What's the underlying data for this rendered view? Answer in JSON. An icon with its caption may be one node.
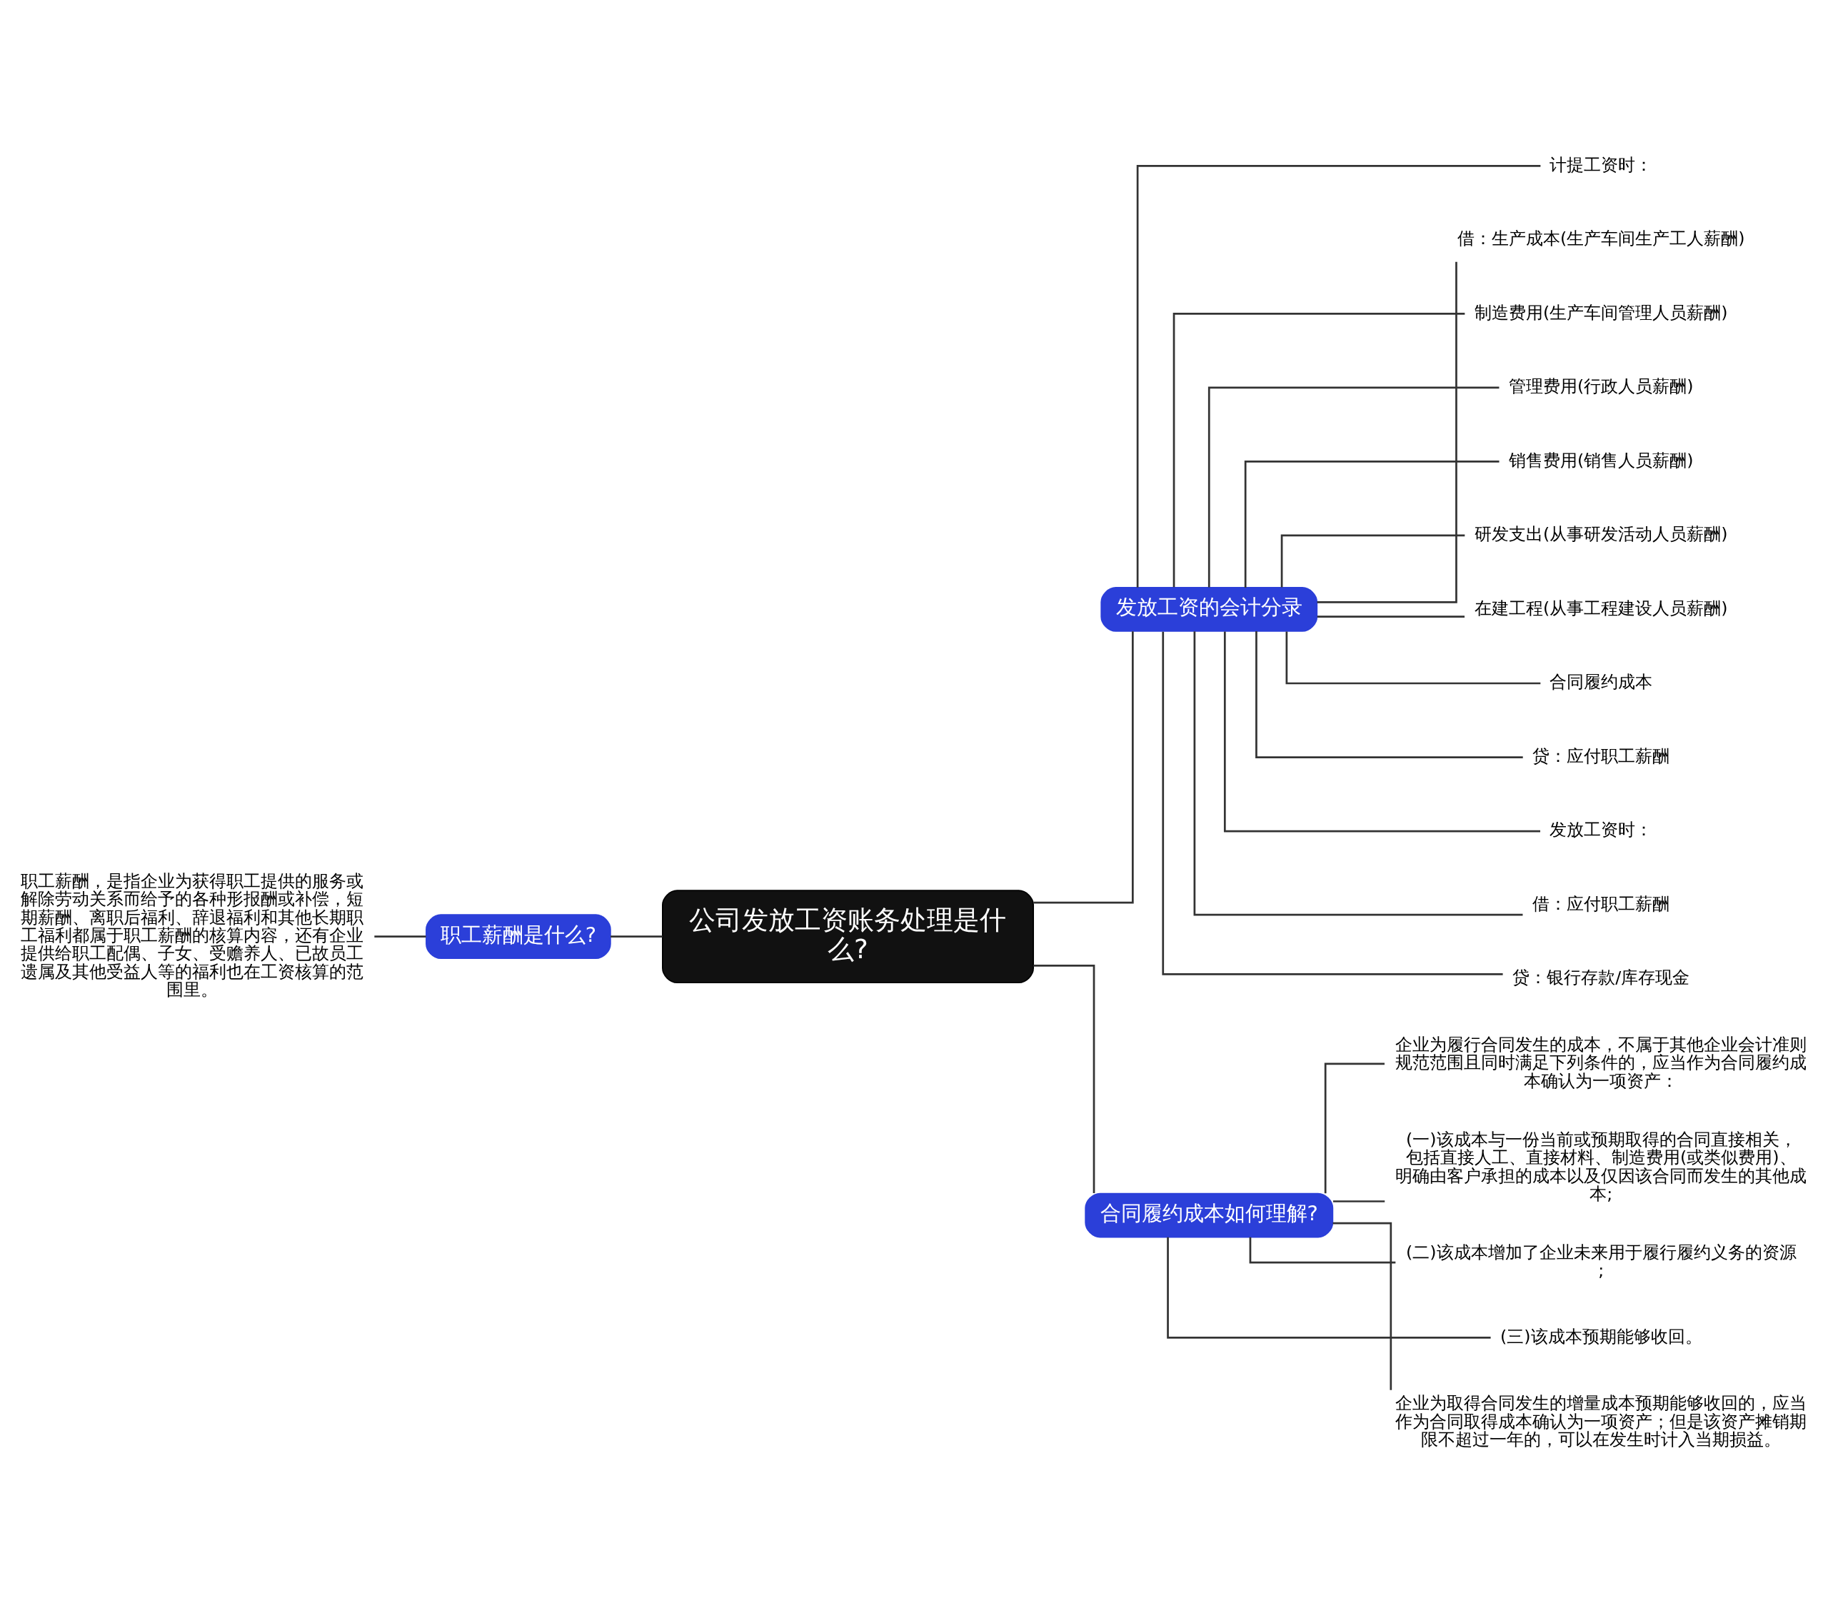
{
  "diagram": {
    "nodes": [
      {
        "text": [
          "公司发放工资账务处理是什么?"
        ]
      },
      {
        "text": [
          "职工薪酬是什么?"
        ]
      },
      {
        "text": [
          "职工薪酬，是指企业为获得职工提供的服务或解除劳动关系而给予的各种形报酬或补偿，短期薪酬、离职后福利、辞退福利和其他长期职工福利都属于职工薪酬的核算内容，还有企业提供给职工配偶、子女、受赡养人、已故员工遗属及其他受益人等的福利也在工资核算的范围里。"
        ]
      },
      {
        "text": [
          "发放工资的会计分录"
        ]
      },
      {
        "text": [
          "计提工资时："
        ]
      },
      {
        "text": [
          "借：生产成本(生产车间生产工人薪酬)"
        ]
      },
      {
        "text": [
          "制造费用(生产车间管理人员薪酬)"
        ]
      },
      {
        "text": [
          "管理费用(行政人员薪酬)"
        ]
      },
      {
        "text": [
          "销售费用(销售人员薪酬)"
        ]
      },
      {
        "text": [
          "研发支出(从事研发活动人员薪酬)"
        ]
      },
      {
        "text": [
          "在建工程(从事工程建设人员薪酬)"
        ]
      },
      {
        "text": [
          "合同履约成本"
        ]
      },
      {
        "text": [
          "贷：应付职工薪酬"
        ]
      },
      {
        "text": [
          "发放工资时："
        ]
      },
      {
        "text": [
          "借：应付职工薪酬"
        ]
      },
      {
        "text": [
          "贷：银行存款/库存现金"
        ]
      },
      {
        "text": [
          "合同履约成本如何理解?"
        ]
      },
      {
        "text": [
          "企业为履行合同发生的成本，不属于其他企业会计准则规范范围且同时满足下列条件的，应当作为合同履约成本确认为一项资产："
        ]
      },
      {
        "text": [
          "(一)该成本与一份当前或预期取得的合同直接相关，包括直接人工、直接材料、制造费用(或类似费用)、明确由客户承担的成本以及仅因该合同而发生的其他成本;"
        ]
      },
      {
        "text": [
          "(二)该成本增加了企业未来用于履行履约义务的资源;"
        ]
      },
      {
        "text": [
          "(三)该成本预期能够收回。"
        ]
      },
      {
        "text": [
          "企业为取得合同发生的增量成本预期能够收回的，应当作为合同取得成本确认为一项资产；但是该资产摊销期限不超过一年的，可以在发生时计入当期损益。"
        ]
      }
    ],
    "edges": [
      {
        "from": 0,
        "to": 1,
        "arrow": "none"
      },
      {
        "from": 1,
        "to": 2,
        "arrow": "none"
      },
      {
        "from": 0,
        "to": 3,
        "arrow": "none"
      },
      {
        "from": 3,
        "to": 4,
        "arrow": "none"
      },
      {
        "from": 3,
        "to": 5,
        "arrow": "none"
      },
      {
        "from": 3,
        "to": 6,
        "arrow": "none"
      },
      {
        "from": 3,
        "to": 7,
        "arrow": "none"
      },
      {
        "from": 3,
        "to": 8,
        "arrow": "none"
      },
      {
        "from": 3,
        "to": 9,
        "arrow": "none"
      },
      {
        "from": 3,
        "to": 10,
        "arrow": "none"
      },
      {
        "from": 3,
        "to": 11,
        "arrow": "none"
      },
      {
        "from": 3,
        "to": 12,
        "arrow": "none"
      },
      {
        "from": 3,
        "to": 13,
        "arrow": "none"
      },
      {
        "from": 3,
        "to": 14,
        "arrow": "none"
      },
      {
        "from": 3,
        "to": 15,
        "arrow": "none"
      },
      {
        "from": 0,
        "to": 16,
        "arrow": "none"
      },
      {
        "from": 16,
        "to": 17,
        "arrow": "none"
      },
      {
        "from": 16,
        "to": 18,
        "arrow": "none"
      },
      {
        "from": 16,
        "to": 19,
        "arrow": "none"
      },
      {
        "from": 16,
        "to": 20,
        "arrow": "none"
      },
      {
        "from": 16,
        "to": 21,
        "arrow": "none"
      }
    ]
  }
}
